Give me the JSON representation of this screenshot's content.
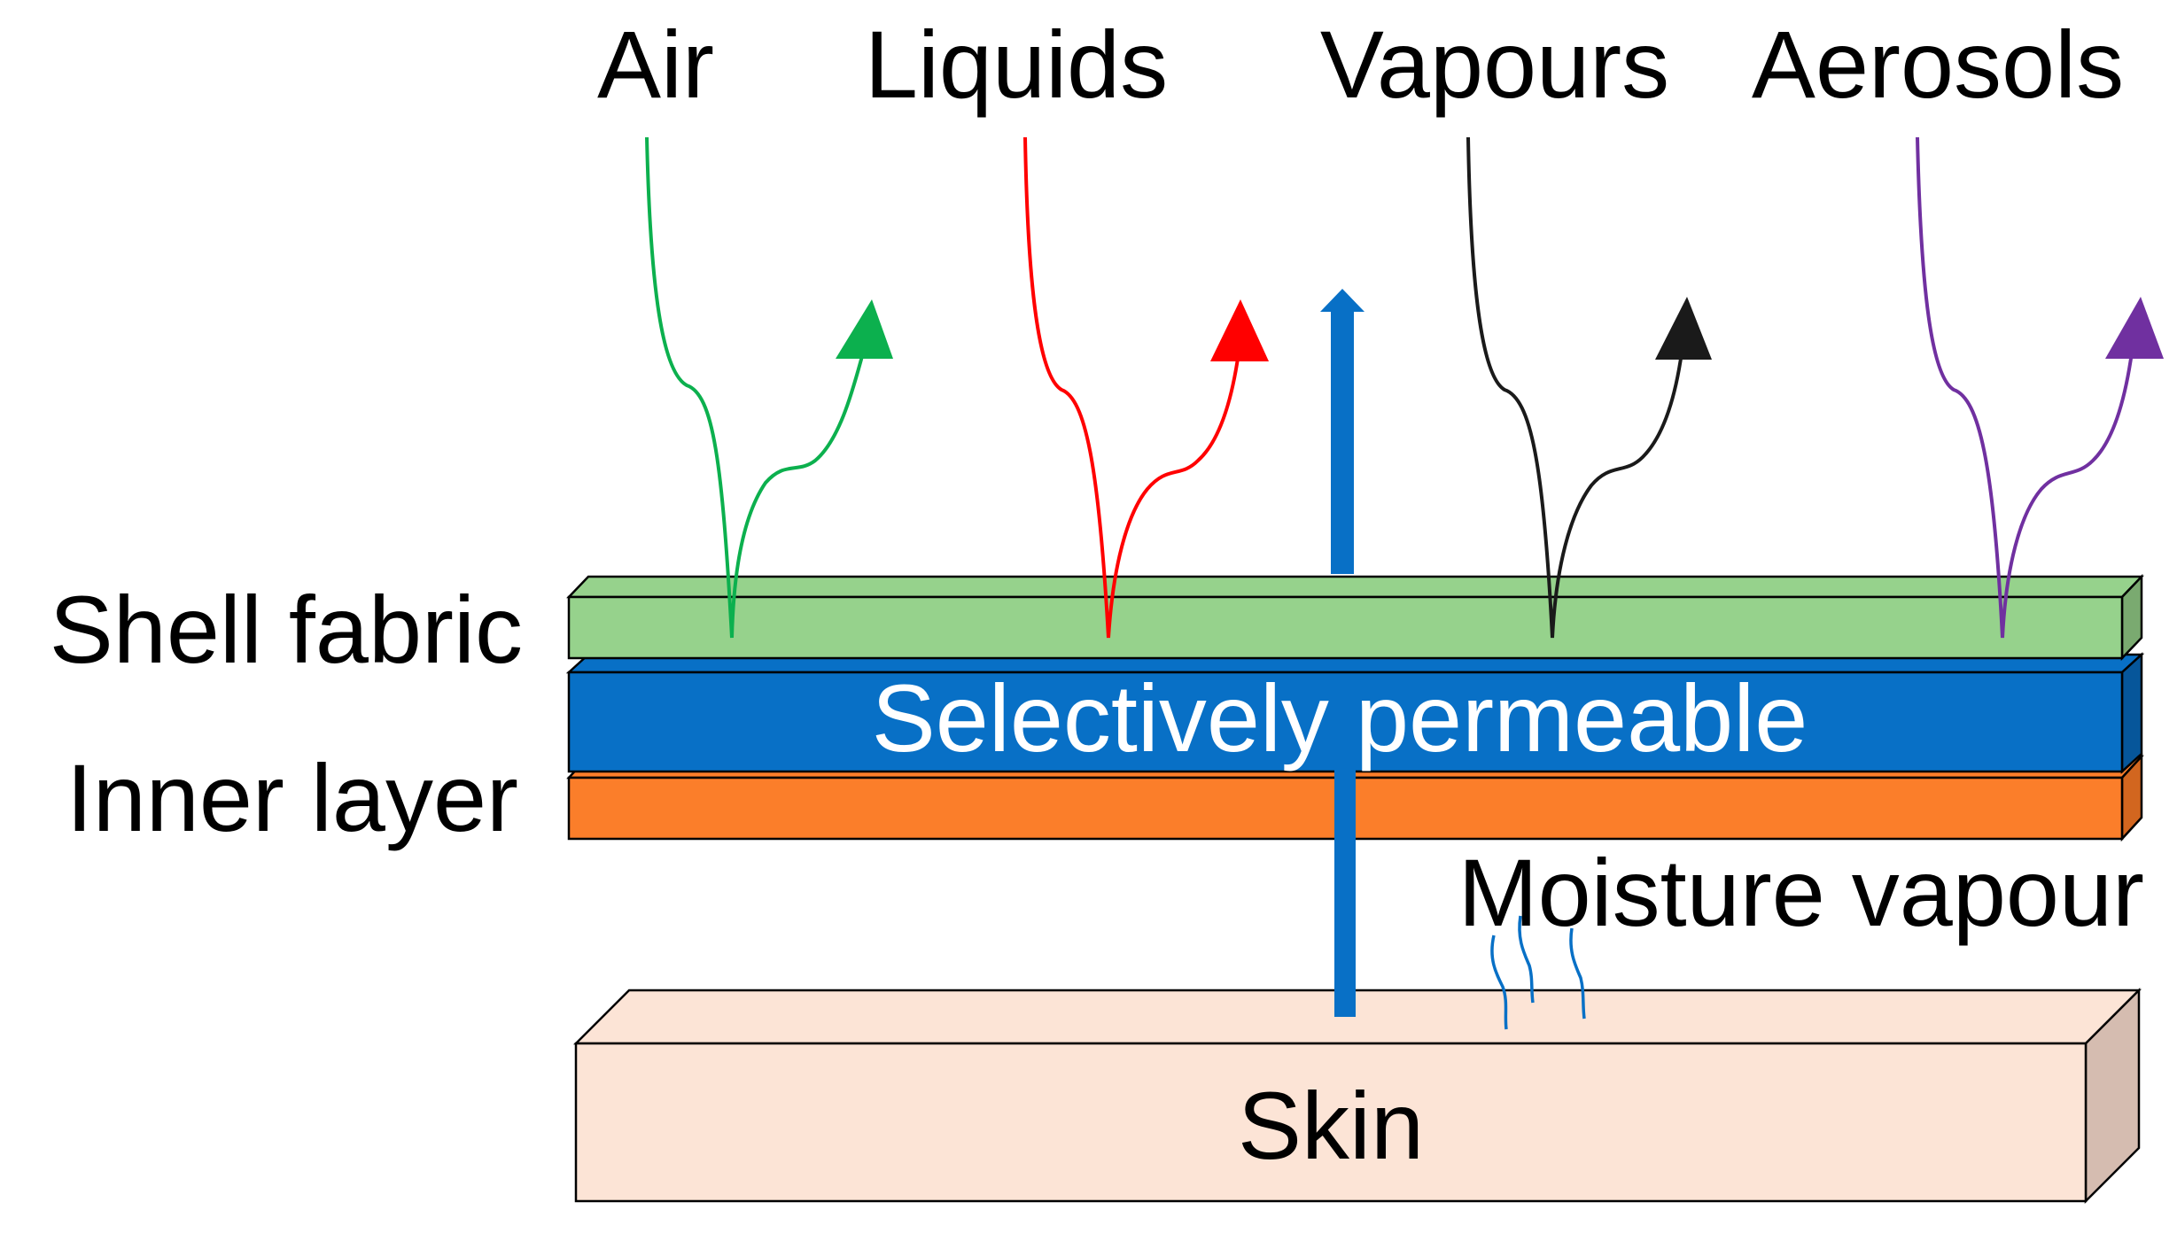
{
  "layers": {
    "shell": {
      "label": "Shell fabric",
      "color": "#96d28c",
      "side_color": "#7aaa70"
    },
    "membrane": {
      "label": "Selectively permeable",
      "color": "#0870c6",
      "side_color": "#06569a"
    },
    "inner": {
      "label": "Inner layer",
      "color": "#fb7e2a",
      "side_color": "#d2661f"
    },
    "skin": {
      "label": "Skin",
      "color": "#fce4d6",
      "side_color": "#d5bcb0"
    }
  },
  "agents": [
    {
      "label": "Air",
      "color": "#0cb04e"
    },
    {
      "label": "Liquids",
      "color": "#ff0000"
    },
    {
      "label": "Vapours",
      "color": "#1a1a1a"
    },
    {
      "label": "Aerosols",
      "color": "#7030a0"
    }
  ],
  "moisture": {
    "label": "Moisture vapour",
    "arrow_color": "#0870c6"
  }
}
